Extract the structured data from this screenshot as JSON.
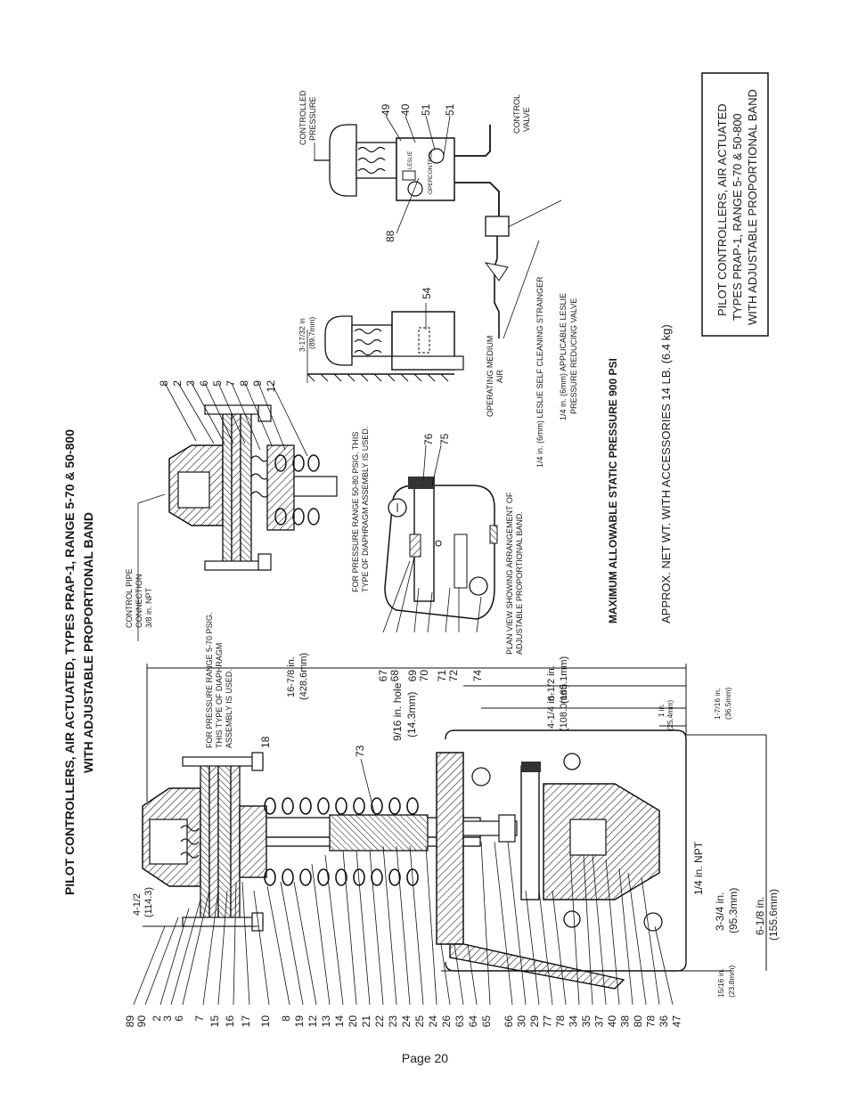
{
  "title_line1": "PILOT CONTROLLERS, AIR ACTUATED, TYPES PRAP-1, RANGE 5-70 & 50-800",
  "title_line2": "WITH ADJUSTABLE PROPORTIONAL BAND",
  "max_pressure": "MAXIMUM ALLOWABLE STATIC PRESSURE 900 PSI",
  "net_weight": "APPROX. NET WT. WITH ACCESSORIES 14 LB.  (6.4 kg)",
  "boxed_title": [
    "PILOT CONTROLLERS, AIR ACTUATED",
    "TYPES PRAP-1, RANGE 5-70 & 50-800",
    "WITH ADJUSTABLE PROPORTIONAL BAND"
  ],
  "page_label": "Page 20",
  "notes": {
    "range_5_70": [
      "FOR PRESSURE RANGE 5-70 PSIG.",
      "THIS TYPE OF DIAPHRAGM",
      "ASSEMBLY IS USED."
    ],
    "range_50_80": [
      "FOR PRESSURE RANGE 50-80 PSIG. THIS",
      "TYPE OF DIAPHRAGM ASSEMBLY IS USED."
    ],
    "control_pipe": [
      "CONTROL PIPE",
      "CONNECTION",
      "3/8 in. NPT"
    ],
    "plan_view": [
      "PLAN VIEW SHOWING ARRANGEMENT OF",
      "ADJUSTABLE PROPORTIONAL BAND."
    ],
    "controlled_pressure": [
      "CONTROLLED",
      "PRESSURE"
    ],
    "control_valve": [
      "CONTROL",
      "VALVE"
    ],
    "operating_medium": [
      "OPERATING MEDIUM",
      "AIR"
    ],
    "strainer": "1/4 in. (6mm) LESLIE SELF CLEANING STRAINGER",
    "reducing_valve": [
      "1/4 in. (6mm) APPLICABLE LESLIE",
      "PRESSURE REDUCING VALVE"
    ],
    "gauge_oper": "OPER.",
    "gauge_control": "CONTROL",
    "badge": "LESLIE"
  },
  "dimensions": {
    "d_16_7_8": [
      "16-7/8 in.",
      "(428.6mm)"
    ],
    "d_6_1_2": [
      "6-1/2 in.",
      "(165.1mm)"
    ],
    "d_4_1_4": [
      "4-1/4 in.",
      "(108.0mm)"
    ],
    "d_1": [
      "1 in.",
      "(25.4mm)"
    ],
    "d_1_7_16": [
      "1-7/16 in.",
      "(36.5mm)"
    ],
    "d_9_16_hole": [
      "9/16 in. hole",
      "(14.3mm)"
    ],
    "d_4_1_2": [
      "4-1/2",
      "(114.3)"
    ],
    "d_1_4_npt": "1/4 in. NPT",
    "d_3_3_4": [
      "3-3/4 in.",
      "(95.3mm)"
    ],
    "d_6_1_8": [
      "6-1/8 in.",
      "(155.6mm)"
    ],
    "d_15_16": [
      "15/16 in.",
      "(23.8mm)"
    ],
    "d_3_17_32": [
      "3-17/32 in",
      "(89.7mm)"
    ]
  },
  "callouts": {
    "left_column": [
      "89",
      "90",
      "2",
      "3",
      "6",
      "7",
      "15",
      "16",
      "17",
      "10",
      "8",
      "19",
      "12",
      "13",
      "14",
      "20",
      "21",
      "22",
      "23",
      "24",
      "25",
      "24",
      "26",
      "63",
      "64",
      "65",
      "66",
      "30",
      "29",
      "77",
      "78",
      "34",
      "35",
      "37",
      "40",
      "38",
      "80",
      "78",
      "36",
      "47"
    ],
    "top_right_column": [
      "8",
      "2",
      "3",
      "6",
      "5",
      "7",
      "8",
      "9",
      "12"
    ],
    "plan_view_column": [
      "67",
      "68",
      "69",
      "70",
      "71",
      "72",
      "74"
    ],
    "plan_view_76": "76",
    "plan_view_75": "75",
    "c18": "18",
    "c73": "73",
    "c54": "54",
    "c88": "88",
    "c49": "49",
    "c40": "40",
    "c51a": "51",
    "c51b": "51"
  }
}
